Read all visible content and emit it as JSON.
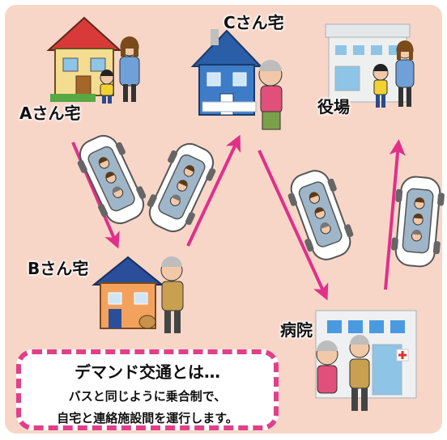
{
  "colors": {
    "background": "#f7d6c8",
    "arrow": "#e0308a",
    "callout_border": "#e0408a"
  },
  "labels": {
    "house_a": "Aさん宅",
    "house_b": "Bさん宅",
    "house_c": "Cさん宅",
    "town_office": "役場",
    "hospital": "病院"
  },
  "callout": {
    "title": "デマンド交通とは…",
    "line1": "バスと同じように乗合制で、",
    "line2": "自宅と連絡施設間を運行します。"
  },
  "icons": [
    "house-a-icon",
    "house-b-icon",
    "house-c-icon",
    "town-office-icon",
    "hospital-icon",
    "van-icon",
    "route-arrow-icon",
    "dog-icon"
  ]
}
